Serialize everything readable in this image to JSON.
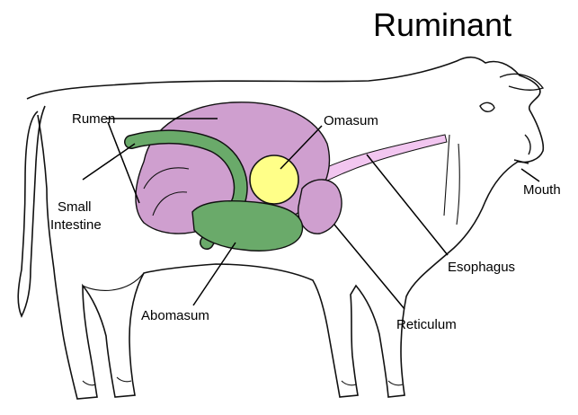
{
  "title": "Ruminant",
  "labels": {
    "rumen": "Rumen",
    "small_intestine_line1": "Small",
    "small_intestine_line2": "Intestine",
    "omasum": "Omasum",
    "mouth": "Mouth",
    "esophagus": "Esophagus",
    "abomasum": "Abomasum",
    "reticulum": "Reticulum"
  },
  "colors": {
    "rumen": "#cf9fcf",
    "reticulum": "#cf9fcf",
    "omasum": "#ffff88",
    "abomasum": "#6aaa6a",
    "small_intestine": "#6aaa6a",
    "esophagus": "#f2c6f0",
    "outline": "#111111"
  }
}
